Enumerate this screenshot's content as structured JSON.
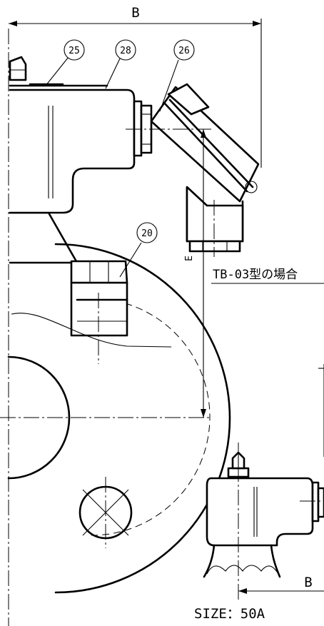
{
  "dimensions": {
    "top_width_label": "B",
    "height_label": "E",
    "bottom_width_label": "B"
  },
  "callouts": [
    {
      "number": "25"
    },
    {
      "number": "28"
    },
    {
      "number": "26"
    },
    {
      "number": "20"
    }
  ],
  "notes": {
    "variant_label": "TB-03型の場合",
    "size_label": "SIZE：50A"
  }
}
